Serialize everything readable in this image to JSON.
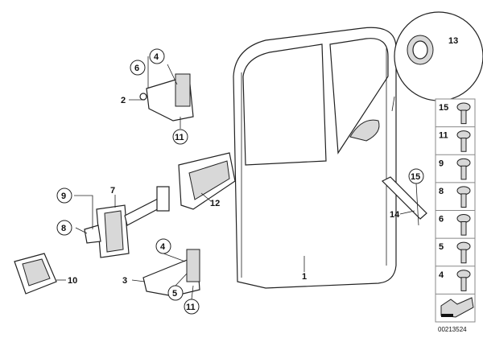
{
  "diagram": {
    "callouts": {
      "door": "1",
      "upper_hinge": "2",
      "lower_hinge": "3",
      "upper_hinge_bolt": "4",
      "lower_hinge_bolt": "4",
      "lower_hinge_screw": "5",
      "upper_hinge_cap": "6",
      "door_check": "7",
      "check_screw": "8",
      "check_bolt": "9",
      "grommet": "10",
      "upper_nut": "11",
      "lower_nut": "11",
      "channel": "12",
      "plug": "13",
      "bracket": "14",
      "bracket_screw": "15"
    },
    "legend": [
      "15",
      "11",
      "9",
      "8",
      "6",
      "5",
      "4"
    ],
    "part_number": "00213524"
  }
}
